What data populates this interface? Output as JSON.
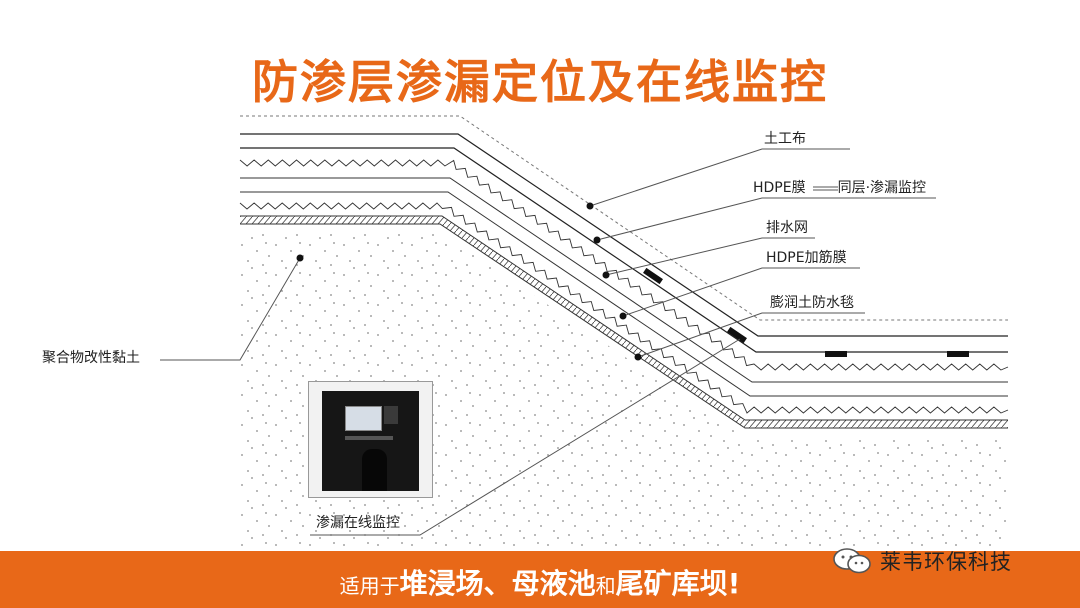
{
  "title": "防渗层渗漏定位及在线监控",
  "colors": {
    "accent": "#e86818",
    "line": "#222222",
    "dots": "#888888",
    "white": "#ffffff"
  },
  "labels": {
    "geotextile": "土工布",
    "hdpe_film": "HDPE膜",
    "hdpe_note": "同层·渗漏监控",
    "drainage_net": "排水网",
    "hdpe_reinforced": "HDPE加筋膜",
    "bentonite_blanket": "膨润土防水毯",
    "clay": "聚合物改性黏土",
    "monitor": "渗漏在线监控"
  },
  "watermark": {
    "icon": "wechat-icon",
    "text": "莱韦环保科技"
  },
  "footer": {
    "part1": "适用于",
    "part2": "堆浸场、母液池",
    "part3": "和",
    "part4": "尾矿库坝!"
  }
}
